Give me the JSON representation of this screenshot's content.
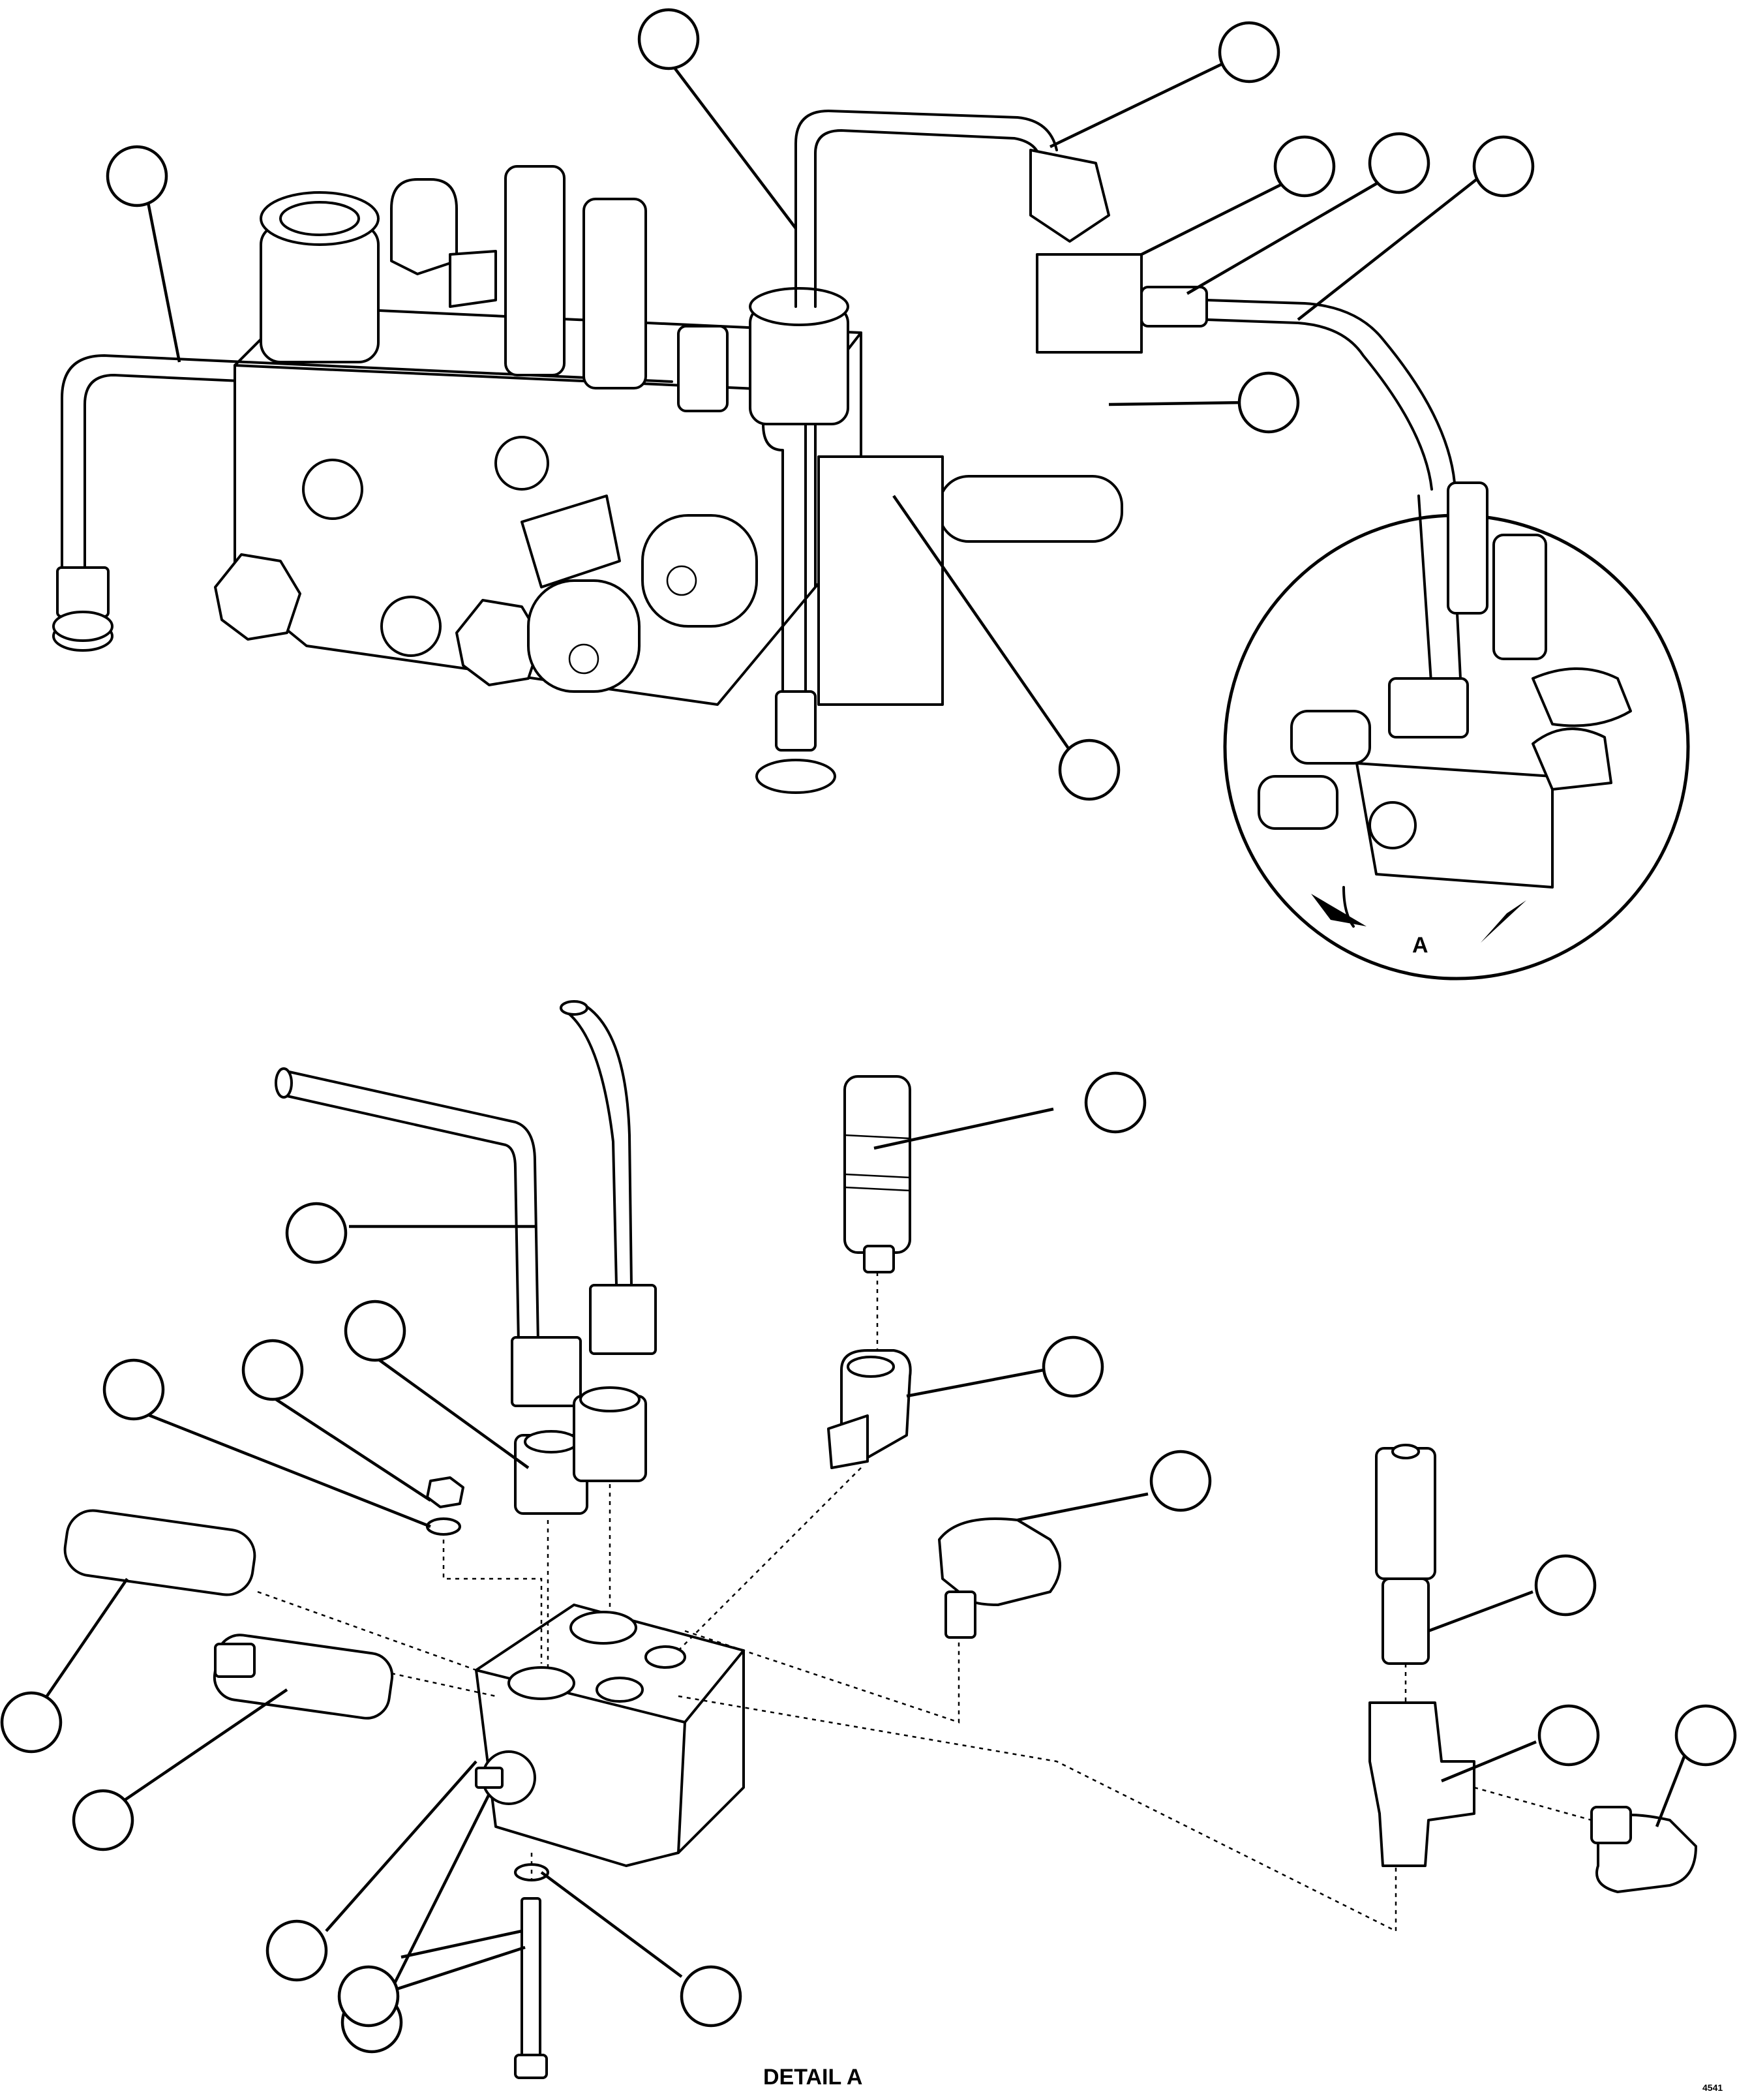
{
  "drawing": {
    "view_marker": "A",
    "detail_title": "DETAIL A",
    "sheet_code": "4541"
  },
  "callouts_top": [
    {
      "id": "c1"
    },
    {
      "id": "c2"
    },
    {
      "id": "c3"
    },
    {
      "id": "c4"
    },
    {
      "id": "c5"
    },
    {
      "id": "c6"
    },
    {
      "id": "c7"
    },
    {
      "id": "c8"
    }
  ],
  "callouts_detail": [
    {
      "id": "d1"
    },
    {
      "id": "d2"
    },
    {
      "id": "d3"
    },
    {
      "id": "d4"
    },
    {
      "id": "d5"
    },
    {
      "id": "d6"
    },
    {
      "id": "d7"
    },
    {
      "id": "d8"
    },
    {
      "id": "d9"
    },
    {
      "id": "d10"
    },
    {
      "id": "d11"
    },
    {
      "id": "d12"
    },
    {
      "id": "d13"
    },
    {
      "id": "d14"
    },
    {
      "id": "d15"
    },
    {
      "id": "d16"
    },
    {
      "id": "d17"
    }
  ]
}
